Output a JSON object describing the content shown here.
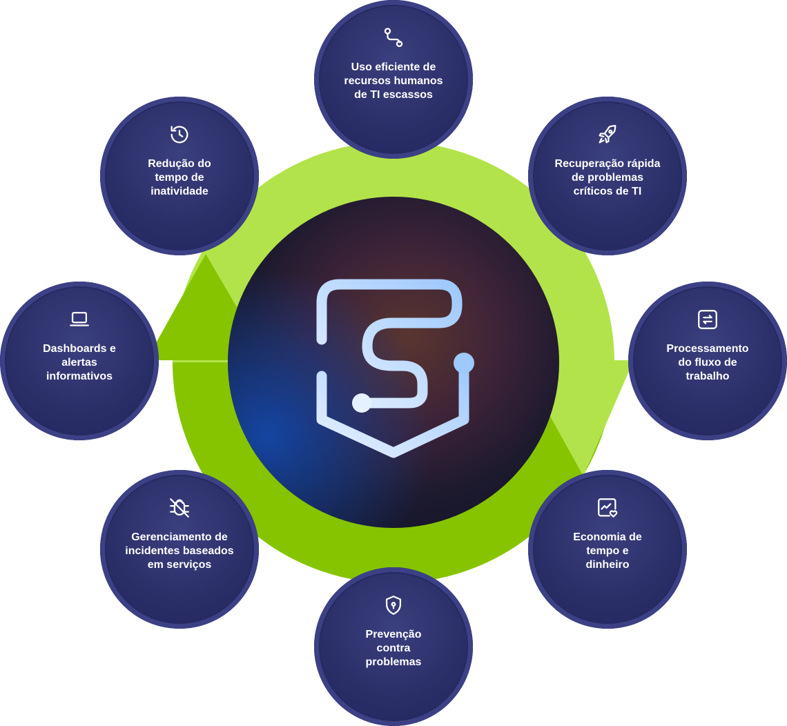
{
  "colors": {
    "ring_light": "#b3e34a",
    "ring_dark": "#86c400",
    "node_fill": "#2b2f68",
    "node_ring": "#3c4185",
    "text": "#ffffff",
    "logo": "#cfe4ff"
  },
  "center": {
    "logo_icon": "shield-s-logo-icon"
  },
  "nodes": [
    {
      "id": "uso",
      "label": "Uso eficiente de\nrecursos humanos\nde TI escassos",
      "icon": "route-pins-icon"
    },
    {
      "id": "recup",
      "label": "Recuperação rápida\nde problemas\ncríticos de TI",
      "icon": "rocket-icon"
    },
    {
      "id": "process",
      "label": "Processamento\ndo fluxo de\ntrabalho",
      "icon": "exchange-arrows-icon"
    },
    {
      "id": "economia",
      "label": "Economia de\ntempo e\ndinheiro",
      "icon": "chart-heart-icon"
    },
    {
      "id": "prevencao",
      "label": "Prevenção\ncontra\nproblemas",
      "icon": "shield-lock-icon"
    },
    {
      "id": "gerenc",
      "label": "Gerenciamento de\nincidentes baseados\nem serviços",
      "icon": "bug-off-icon"
    },
    {
      "id": "dash",
      "label": "Dashboards e\nalertas\ninformativos",
      "icon": "laptop-icon"
    },
    {
      "id": "reducao",
      "label": "Redução do\ntempo de\ninatividade",
      "icon": "history-clock-icon"
    }
  ]
}
